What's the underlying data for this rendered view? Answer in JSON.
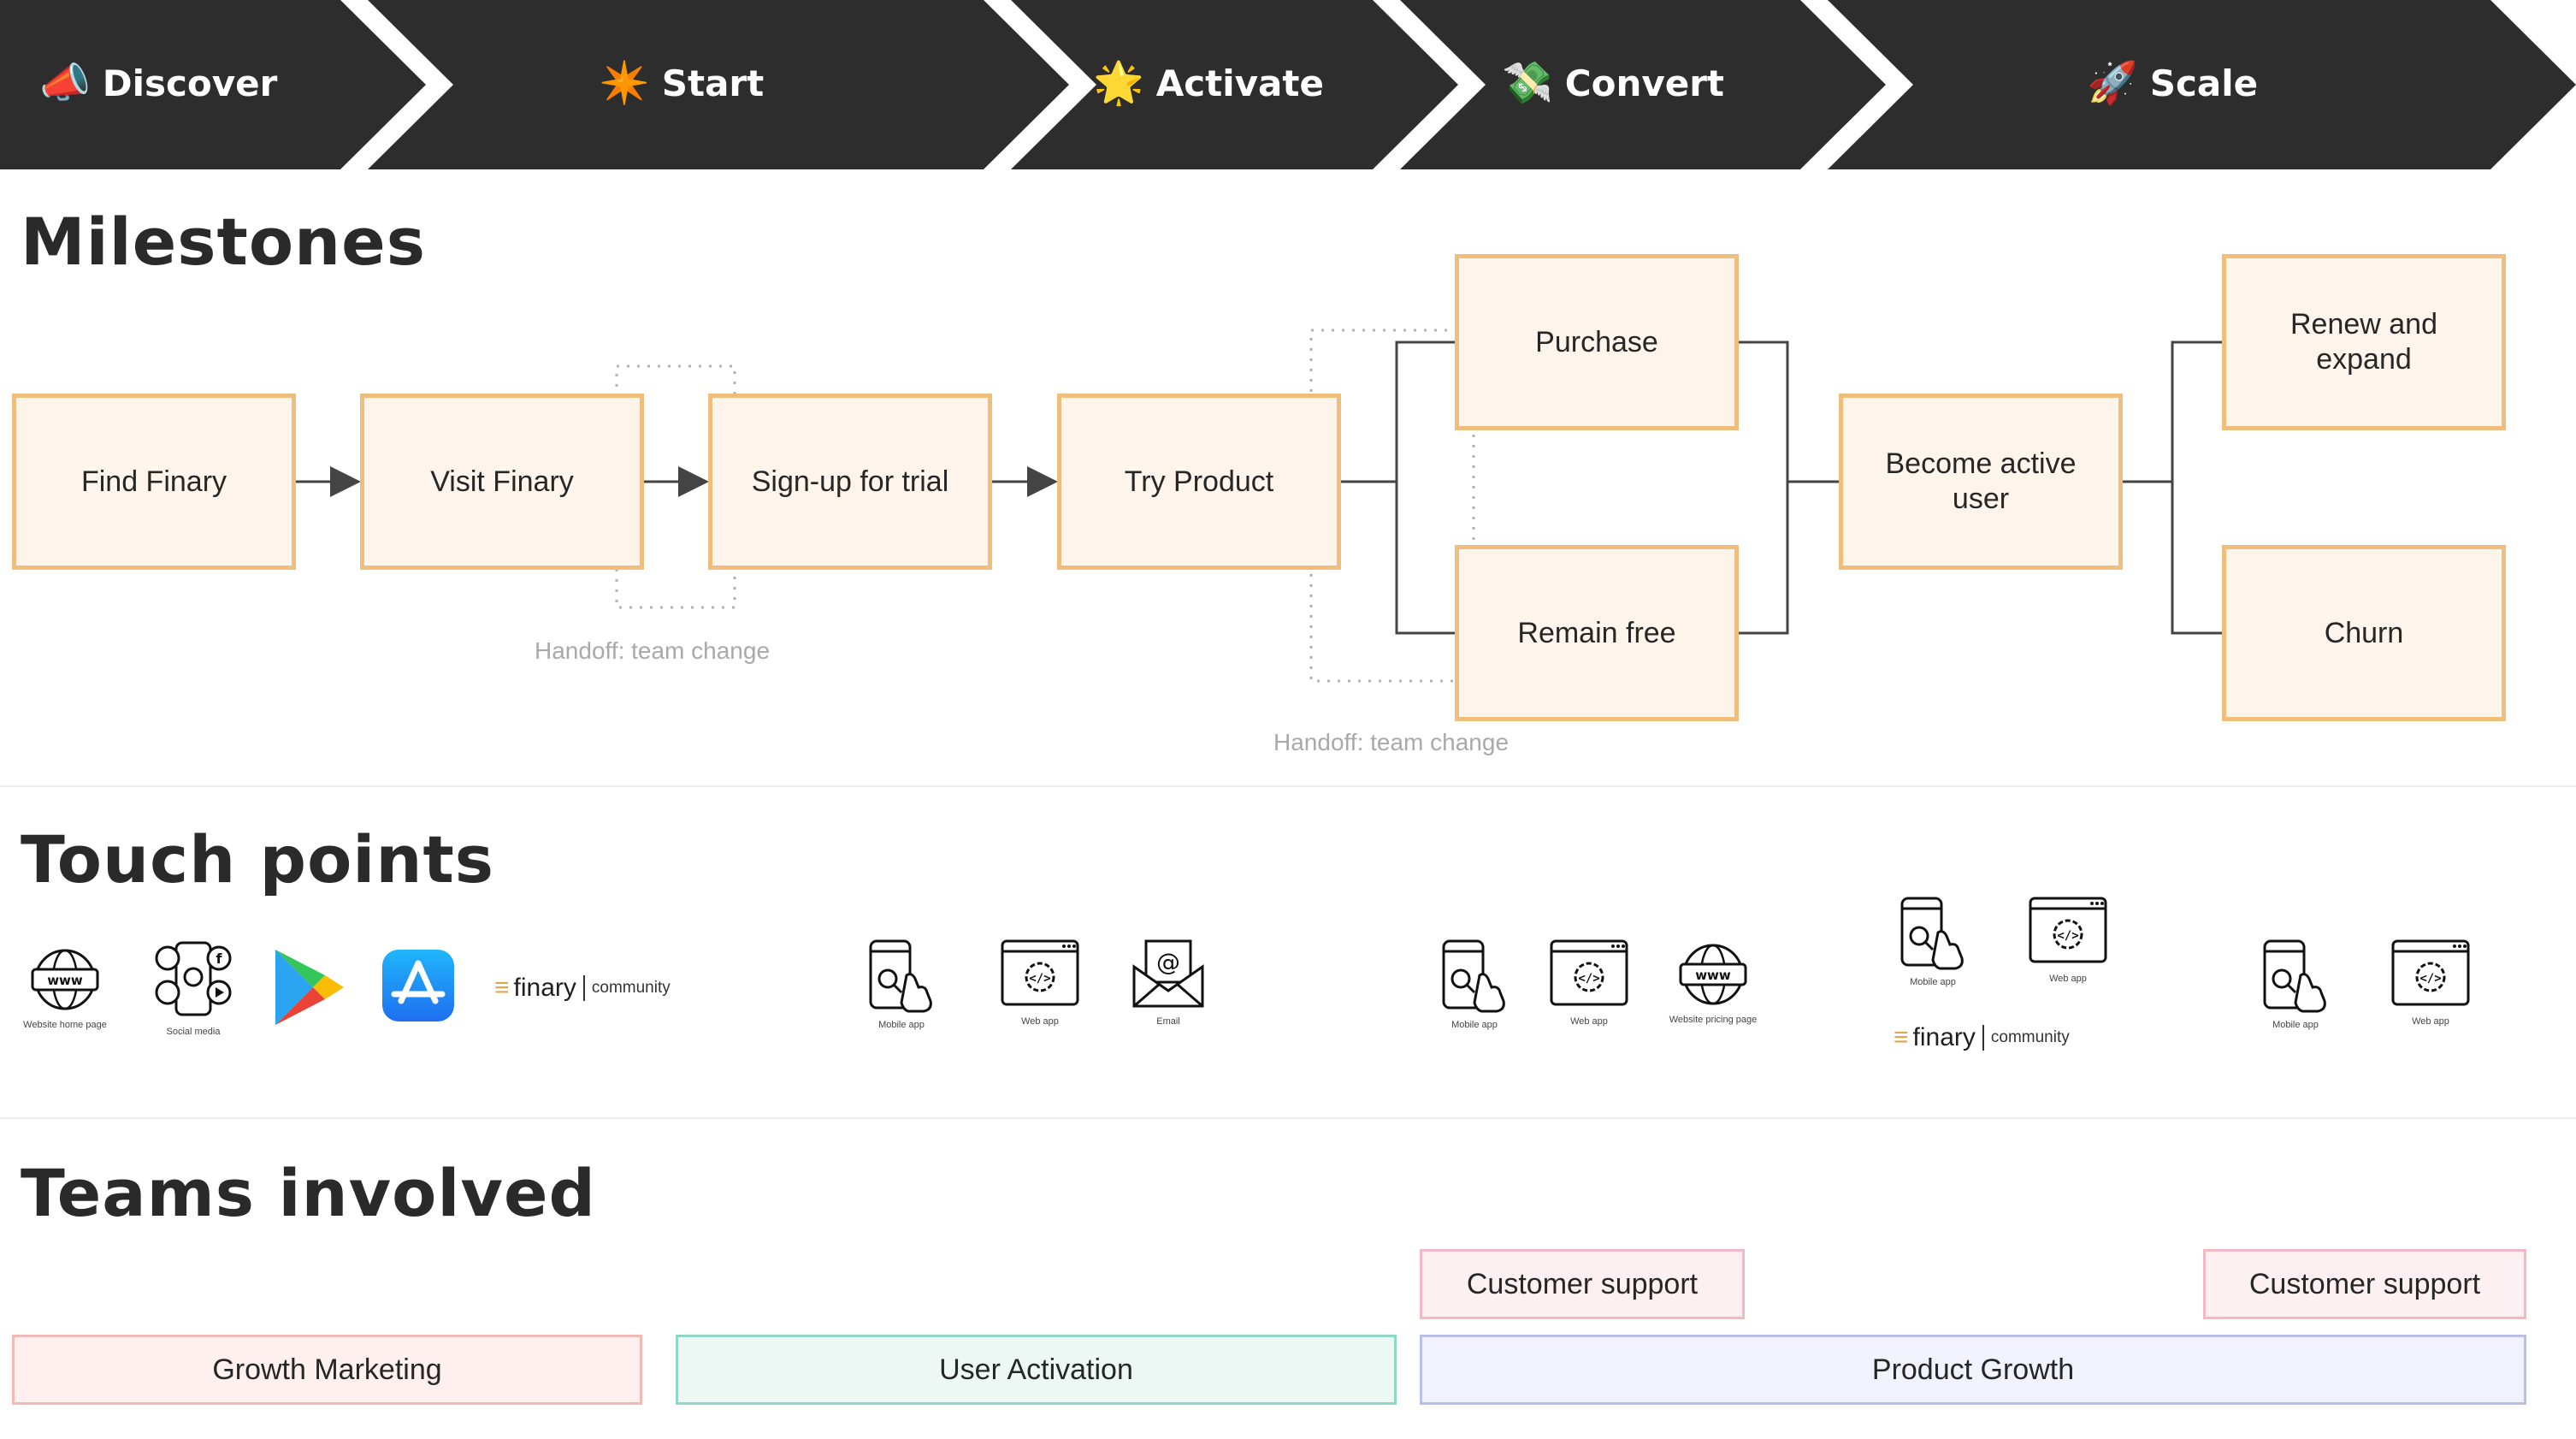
{
  "colors": {
    "banner": "#2d2d2d",
    "milestone_border": "#efbd7c",
    "milestone_fill": "#fdf5ec",
    "marketing": "#f4b8b5",
    "activation": "#8fd8c8",
    "product_growth": "#b9bfe9",
    "support": "#f4b8c4"
  },
  "stages": [
    {
      "label": "Discover",
      "icon": "megaphone-icon"
    },
    {
      "label": "Start",
      "icon": "sparkle-icon"
    },
    {
      "label": "Activate",
      "icon": "glowing-star-icon"
    },
    {
      "label": "Convert",
      "icon": "money-with-wings-icon"
    },
    {
      "label": "Scale",
      "icon": "rocket-icon"
    }
  ],
  "sections": {
    "milestones": "Milestones",
    "touch_points": "Touch points",
    "teams": "Teams involved"
  },
  "milestones": {
    "find": "Find Finary",
    "visit": "Visit Finary",
    "signup": "Sign-up for trial",
    "try": "Try Product",
    "purchase": "Purchase",
    "remain": "Remain free",
    "active": "Become active user",
    "renew": "Renew and expand",
    "churn": "Churn"
  },
  "handoffs": [
    "Handoff: team change",
    "Handoff: team change"
  ],
  "touch_points": {
    "discover": [
      {
        "icon": "website-globe-icon",
        "caption": "Website home page"
      },
      {
        "icon": "social-media-icon",
        "caption": "Social media"
      },
      {
        "icon": "google-play-icon",
        "caption": ""
      },
      {
        "icon": "app-store-icon",
        "caption": ""
      }
    ],
    "start": [
      {
        "icon": "mobile-app-icon",
        "caption": "Mobile app"
      },
      {
        "icon": "web-app-icon",
        "caption": "Web app"
      },
      {
        "icon": "email-icon",
        "caption": "Email"
      }
    ],
    "convert": [
      {
        "icon": "mobile-app-icon",
        "caption": "Mobile app"
      },
      {
        "icon": "web-app-icon",
        "caption": "Web app"
      },
      {
        "icon": "website-globe-icon",
        "caption": "Website pricing page"
      }
    ],
    "active": [
      {
        "icon": "mobile-app-icon",
        "caption": "Mobile app"
      },
      {
        "icon": "web-app-icon",
        "caption": "Web app"
      }
    ],
    "scale": [
      {
        "icon": "mobile-app-icon",
        "caption": "Mobile app"
      },
      {
        "icon": "web-app-icon",
        "caption": "Web app"
      }
    ],
    "finary_brand": {
      "word": "finary",
      "community": "community"
    }
  },
  "teams": {
    "growth_marketing": "Growth Marketing",
    "user_activation": "User Activation",
    "product_growth": "Product Growth",
    "customer_support_1": "Customer support",
    "customer_support_2": "Customer support"
  }
}
